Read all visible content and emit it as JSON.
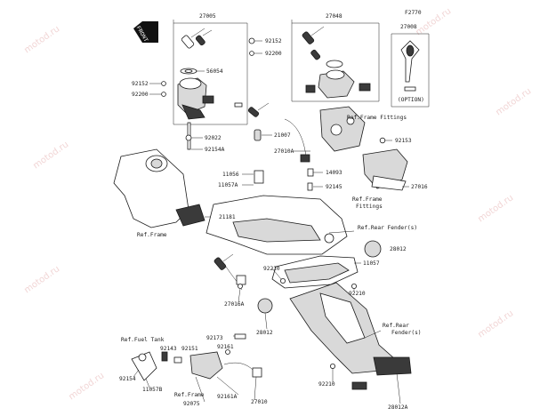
{
  "front_badge": "FRONT",
  "watermark_text": "motod.ru",
  "ref_labels": {
    "frame_fittings_1": "Ref.Frame Fittings",
    "frame_fittings_2a": "Ref.Frame",
    "frame_fittings_2b": "Fittings",
    "frame": "Ref.Frame",
    "rear_fender_1": "Ref.Rear Fender(s)",
    "rear_fender_2a": "Ref.Rear",
    "rear_fender_2b": "Fender(s)",
    "fuel_tank": "Ref.Fuel Tank",
    "frame_bottom": "Ref.Frame"
  },
  "option_label": "(OPTION)",
  "part_numbers": {
    "p27005": "27005",
    "p27048": "27048",
    "pF2770": "F2770",
    "p27008": "27008",
    "p92152_a": "92152",
    "p92200_a": "92200",
    "p56054": "56054",
    "p92152_b": "92152",
    "p92200_b": "92200",
    "p92022": "92022",
    "p92154A": "92154A",
    "p21007": "21007",
    "p27010A": "27010A",
    "p92153": "92153",
    "p11056": "11056",
    "p11057A": "11057A",
    "p14093": "14093",
    "p92145": "92145",
    "p27016": "27016",
    "p21181": "21181",
    "p28012_a": "28012",
    "p11057": "11057",
    "p92210_a": "92210",
    "p92210_b": "92210",
    "p27016A": "27016A",
    "p28012_b": "28012",
    "p92173": "92173",
    "p92143": "92143",
    "p92151": "92151",
    "p92161": "92161",
    "p92154": "92154",
    "p11057B": "11057B",
    "p92075": "92075",
    "p92161A": "92161A",
    "p27010": "27010",
    "p92210_c": "92210",
    "p28012A": "28012A"
  }
}
